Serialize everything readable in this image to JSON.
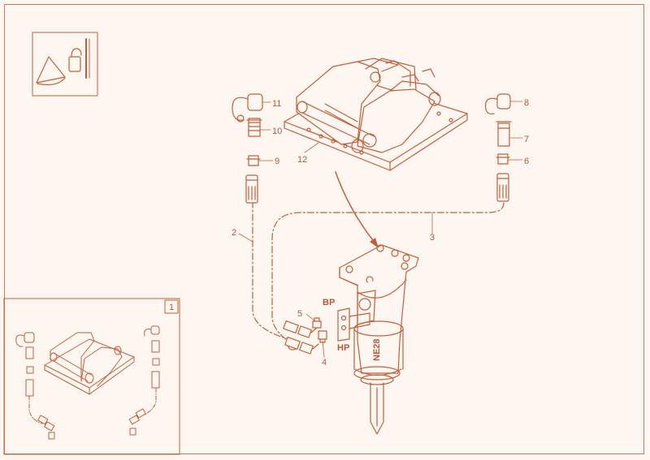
{
  "colors": {
    "line": "#c0603b",
    "fill": "#fdf6f1",
    "accent": "#b35a37",
    "wash": "#f3d9cc"
  },
  "icons": {
    "corner": "lock-drawing-icon"
  },
  "inset": {
    "number": "1"
  },
  "callouts": {
    "c2": "2",
    "c3": "3",
    "c4": "4",
    "c5": "5",
    "c6": "6",
    "c7": "7",
    "c8": "8",
    "c9": "9",
    "c10": "10",
    "c11": "11",
    "c12": "12"
  },
  "ports": {
    "bp": "BP",
    "hp": "HP"
  },
  "hammer": {
    "model": "NE28"
  }
}
